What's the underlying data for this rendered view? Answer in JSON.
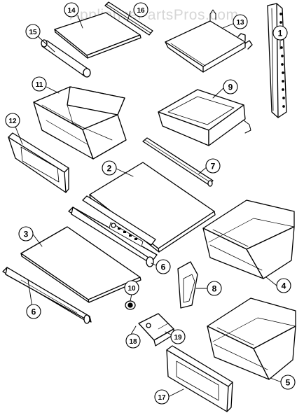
{
  "watermark": "AppliancePartsPros.com",
  "callouts": [
    {
      "id": "p1",
      "label": "1"
    },
    {
      "id": "p2",
      "label": "2"
    },
    {
      "id": "p3",
      "label": "3"
    },
    {
      "id": "p4",
      "label": "4"
    },
    {
      "id": "p5",
      "label": "5"
    },
    {
      "id": "p6a",
      "label": "6"
    },
    {
      "id": "p6b",
      "label": "6"
    },
    {
      "id": "p7",
      "label": "7"
    },
    {
      "id": "p8",
      "label": "8"
    },
    {
      "id": "p9",
      "label": "9"
    },
    {
      "id": "p10",
      "label": "10"
    },
    {
      "id": "p11",
      "label": "11"
    },
    {
      "id": "p12",
      "label": "12"
    },
    {
      "id": "p13",
      "label": "13"
    },
    {
      "id": "p14",
      "label": "14"
    },
    {
      "id": "p15",
      "label": "15"
    },
    {
      "id": "p16",
      "label": "16"
    },
    {
      "id": "p17",
      "label": "17"
    },
    {
      "id": "p18",
      "label": "18"
    },
    {
      "id": "p19",
      "label": "19"
    }
  ]
}
